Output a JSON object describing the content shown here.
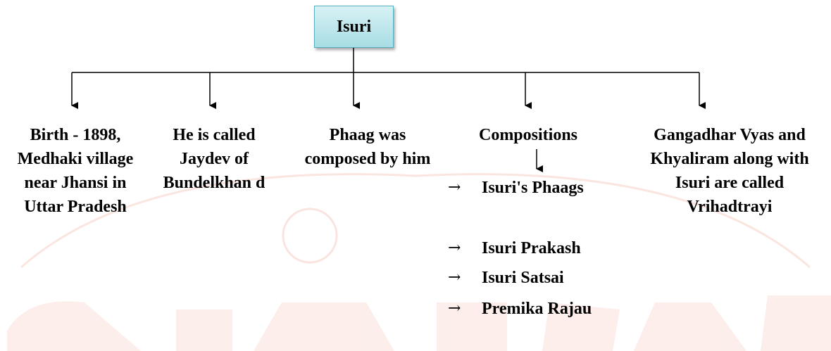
{
  "root": {
    "label": "Isuri"
  },
  "branches": [
    {
      "text": "Birth - 1898, Medhaki village near Jhansi in Uttar Pradesh"
    },
    {
      "text": "He is called Jaydev of Bundelkhan d"
    },
    {
      "text": "Phaag was composed by him"
    },
    {
      "text": "Compositions"
    },
    {
      "text": "Gangadhar Vyas and Khyaliram along with Isuri are called Vrihadtrayi"
    }
  ],
  "compositions": {
    "bullet": "→",
    "items": [
      "Isuri's Phaags",
      "Isuri Prakash",
      "Isuri Satsai",
      "Premika Rajau"
    ]
  },
  "colors": {
    "root_fill_top": "#d8f2f5",
    "root_fill_bottom": "#a8dde4",
    "root_border": "#52afc0",
    "lines": "#000000",
    "watermark": "#f7d6cf"
  }
}
